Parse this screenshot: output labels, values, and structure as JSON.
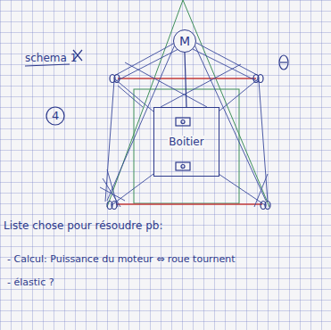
{
  "diagram": {
    "nodes": [
      {
        "text": [
          "M"
        ]
      },
      {
        "text": [
          "Boitier"
        ]
      }
    ],
    "edges": [
      {
        "from": 0,
        "to": 1,
        "arrow": "none"
      }
    ],
    "labels": [
      "schema 1",
      "4",
      "Liste chose pour résoudre pb:",
      "- Calcul: Puissance du moteur ⇔ roue tournent",
      "- élastic ?"
    ]
  }
}
